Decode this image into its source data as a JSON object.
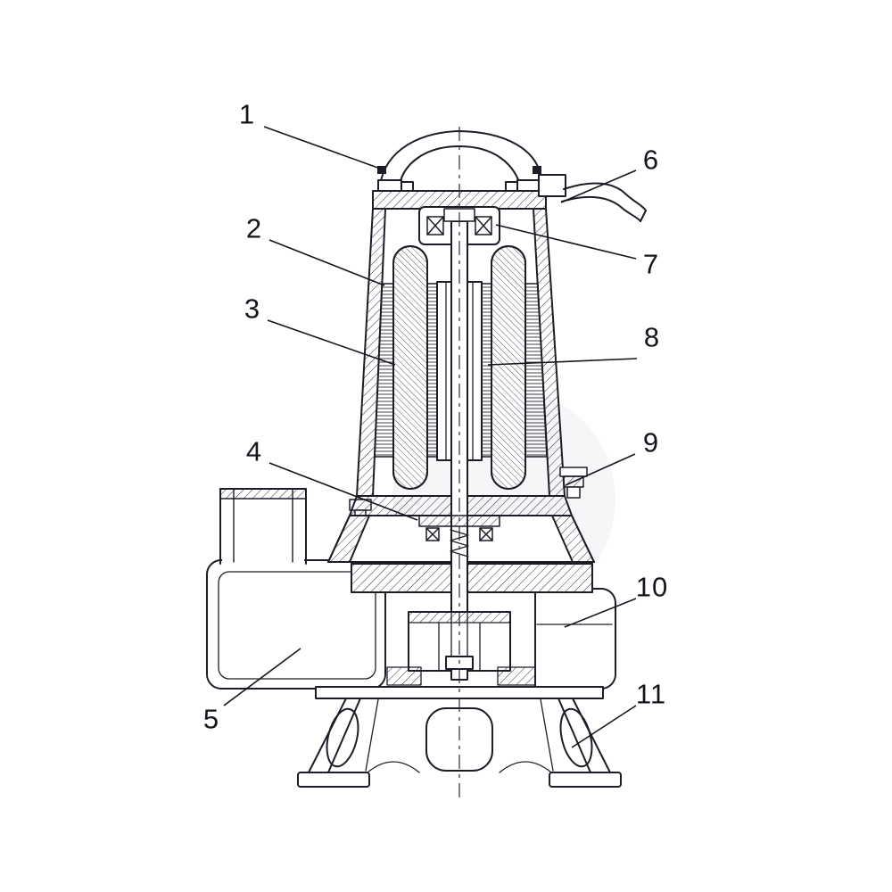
{
  "diagram": {
    "callouts": [
      "1",
      "2",
      "3",
      "4",
      "5",
      "6",
      "7",
      "8",
      "9",
      "10",
      "11"
    ]
  },
  "colors": {
    "line": "#1d1d28",
    "label": "#14141c",
    "background": "#ffffff",
    "watermark": "#f6f6f8"
  }
}
